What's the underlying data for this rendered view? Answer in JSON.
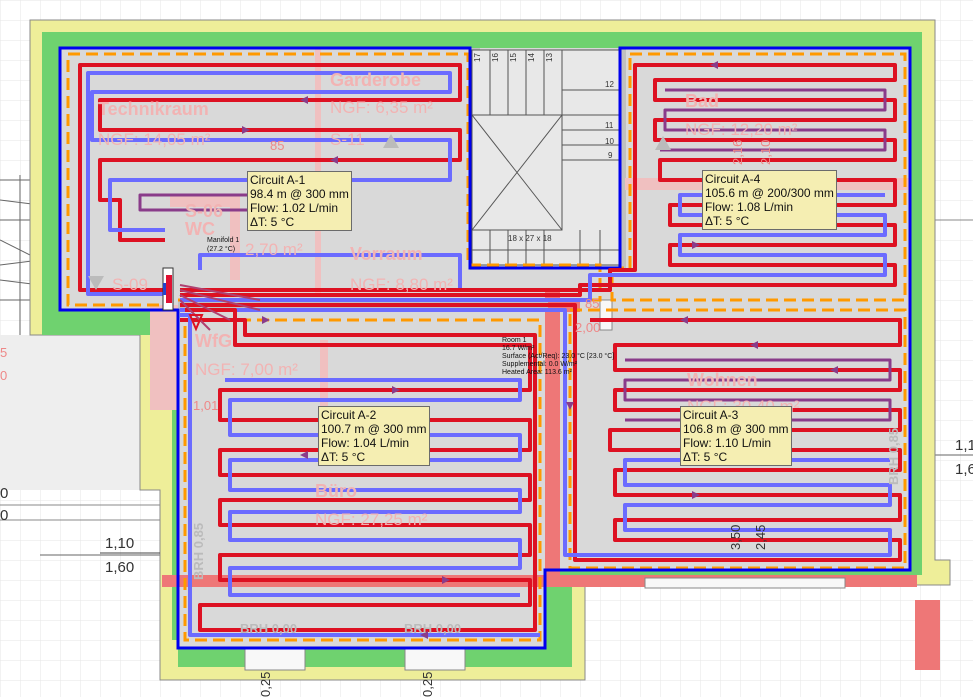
{
  "rooms": {
    "technikraum": {
      "name": "Technikraum",
      "area": "NGF: 14,05 m²"
    },
    "garderobe": {
      "name": "Garderobe",
      "area": "NGF: 6,35 m²",
      "tag": "S-11"
    },
    "wc": {
      "name": "S-06",
      "name2": "WC",
      "area": "2,70 m²"
    },
    "vorraum": {
      "name": "Vorraum",
      "area": "NGF: 8,80 m²"
    },
    "bad": {
      "name": "Bad",
      "area": "NGF: 12,20 m²"
    },
    "wohnen": {
      "name": "Wohnen",
      "area": "NGF: 30,40 m²"
    },
    "buero": {
      "name": "Büro",
      "area": "NGF: 27,25 m²"
    },
    "wfg": {
      "name": "WfG",
      "area": "NGF: 7,00 m²"
    },
    "s09": {
      "tag": "S-09"
    }
  },
  "circuits": [
    {
      "id": "a1",
      "title": "Circuit A-1",
      "length": "98.4 m @ 300 mm",
      "flow": "Flow: 1.02 L/min",
      "dt": "ΔT: 5 °C"
    },
    {
      "id": "a2",
      "title": "Circuit A-2",
      "length": "100.7 m @ 300 mm",
      "flow": "Flow: 1.04 L/min",
      "dt": "ΔT: 5 °C"
    },
    {
      "id": "a3",
      "title": "Circuit A-3",
      "length": "106.8 m @ 300 mm",
      "flow": "Flow: 1.10 L/min",
      "dt": "ΔT: 5 °C"
    },
    {
      "id": "a4",
      "title": "Circuit A-4",
      "length": "105.6 m @ 200/300 mm",
      "flow": "Flow: 1.08 L/min",
      "dt": "ΔT: 5 °C"
    }
  ],
  "manifold": {
    "label": "Manifold 1",
    "temp": "(27.2 °C)"
  },
  "room_info": {
    "title": "Room 1",
    "lines": [
      "16.7 W/m²",
      "Surface (Act/Req): 23.0 °C [23.0 °C]",
      "Supplemental: 0.0 W/m²",
      "Heated Area: 113.6 m²"
    ]
  },
  "stair": {
    "steps_top": [
      "17",
      "16",
      "15",
      "14",
      "13"
    ],
    "steps_side": [
      "12",
      "11",
      "10",
      "9"
    ],
    "formula": "18 x 27 x 18"
  },
  "dimensions": {
    "left_top": "1,10",
    "left_bottom": "1,60",
    "right_top": "1,1",
    "right_bottom": "1,6",
    "left_edge_1": "0",
    "left_edge_2": "0",
    "left_red_1": "5",
    "left_red_2": "0",
    "bottom_1": "0,25",
    "bottom_2": "0,25",
    "brh_left": "BRH 0,00",
    "brh_right": "BRH 0,00",
    "brh_vertical_left": "BRH 0,85",
    "brh_vertical_right": "BRH 0,85",
    "door_1": "85",
    "door_2": "85",
    "door_3": "2,00",
    "door_4": "1,01",
    "door_5": "3,50",
    "door_6": "2,45",
    "door_7": "2,16",
    "door_8": "2,10"
  },
  "colors": {
    "supply": "#dd1122",
    "return": "#6b6bff",
    "envelope": "#0000ee",
    "insulation": "#6fd26f",
    "wall": "#eeee99",
    "zone_border": "#ff9900"
  }
}
